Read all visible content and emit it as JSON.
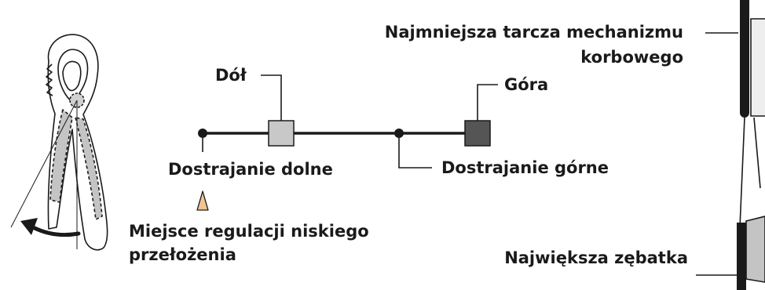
{
  "labels": {
    "bottom": "Dół",
    "top": "Góra",
    "low_trim": "Dostrajanie dolne",
    "high_trim": "Dostrajanie górne",
    "low_adjust_line1": "Miejsce regulacji niskiego",
    "low_adjust_line2": "przełożenia",
    "smallest_chainring_line1": "Najmniejsza tarcza mechanizmu",
    "smallest_chainring_line2": "korbowego",
    "largest_sprocket": "Największa zębatka"
  },
  "colors": {
    "bottom_square": "#c8c8c8",
    "top_square": "#555555",
    "lever_shade": "#c4c4c4",
    "low_adjust_marker": "#f2c490",
    "ink": "#1a1a1a"
  },
  "icons": {
    "lever": "shift-lever-illustration",
    "arrow": "curved-arrow-icon",
    "marker": "pointer-arrow-icon"
  }
}
